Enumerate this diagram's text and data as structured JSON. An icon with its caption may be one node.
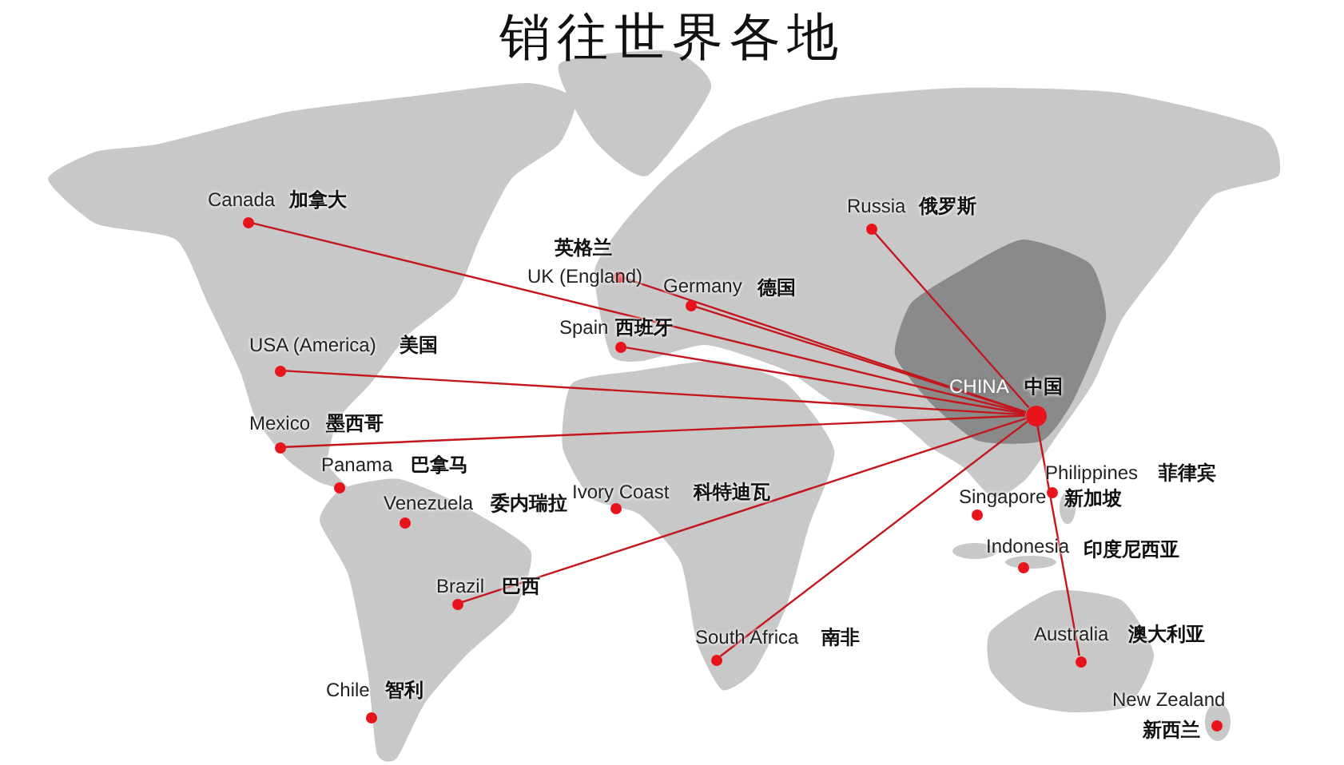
{
  "diagram": {
    "title": "销往世界各地",
    "nodes": [
      {
        "text": [],
        "shape": "circle",
        "beside": [
          "Canada",
          "加拿大"
        ]
      },
      {
        "text": [],
        "shape": "circle",
        "beside": [
          "Russia",
          "俄罗斯"
        ]
      },
      {
        "text": [],
        "shape": "circle",
        "beside": [
          "UK (England)",
          "英格兰"
        ]
      },
      {
        "text": [],
        "shape": "circle",
        "beside": [
          "Germany",
          "德国"
        ]
      },
      {
        "text": [],
        "shape": "circle",
        "beside": [
          "Spain",
          "西班牙"
        ]
      },
      {
        "text": [],
        "shape": "circle",
        "beside": [
          "USA (America)",
          "美国"
        ]
      },
      {
        "text": [],
        "shape": "circle",
        "beside": [
          "CHINA",
          "中国"
        ]
      },
      {
        "text": [],
        "shape": "circle",
        "beside": [
          "Mexico",
          "墨西哥"
        ]
      },
      {
        "text": [],
        "shape": "circle",
        "beside": [
          "Philippines",
          "菲律宾"
        ]
      },
      {
        "text": [],
        "shape": "circle",
        "beside": [
          "Panama",
          "巴拿马"
        ]
      },
      {
        "text": [],
        "shape": "circle",
        "beside": [
          "Ivory Coast",
          "科特迪瓦"
        ]
      },
      {
        "text": [],
        "shape": "circle",
        "beside": [
          "Singapore",
          "新加坡"
        ]
      },
      {
        "text": [],
        "shape": "circle",
        "beside": [
          "Venezuela",
          "委内瑞拉"
        ]
      },
      {
        "text": [],
        "shape": "circle",
        "beside": [
          "Indonesia",
          "印度尼西亚"
        ]
      },
      {
        "text": [],
        "shape": "circle",
        "beside": [
          "Brazil",
          "巴西"
        ]
      },
      {
        "text": [],
        "shape": "circle",
        "beside": [
          "South Africa",
          "南非"
        ]
      },
      {
        "text": [],
        "shape": "circle",
        "beside": [
          "Australia",
          "澳大利亚"
        ]
      },
      {
        "text": [],
        "shape": "circle",
        "beside": [
          "Chile",
          "智利"
        ]
      },
      {
        "text": [],
        "shape": "circle",
        "beside": [
          "New Zealand",
          "新西兰"
        ]
      }
    ],
    "edges": [
      {
        "from": 6,
        "to": 0,
        "arrow": "none"
      },
      {
        "from": 6,
        "to": 1,
        "arrow": "none"
      },
      {
        "from": 6,
        "to": 2,
        "arrow": "none"
      },
      {
        "from": 6,
        "to": 3,
        "arrow": "none"
      },
      {
        "from": 6,
        "to": 4,
        "arrow": "none"
      },
      {
        "from": 6,
        "to": 5,
        "arrow": "none"
      },
      {
        "from": 6,
        "to": 7,
        "arrow": "none"
      },
      {
        "from": 6,
        "to": 14,
        "arrow": "none"
      },
      {
        "from": 6,
        "to": 15,
        "arrow": "none"
      },
      {
        "from": 6,
        "to": 16,
        "arrow": "none"
      }
    ]
  }
}
